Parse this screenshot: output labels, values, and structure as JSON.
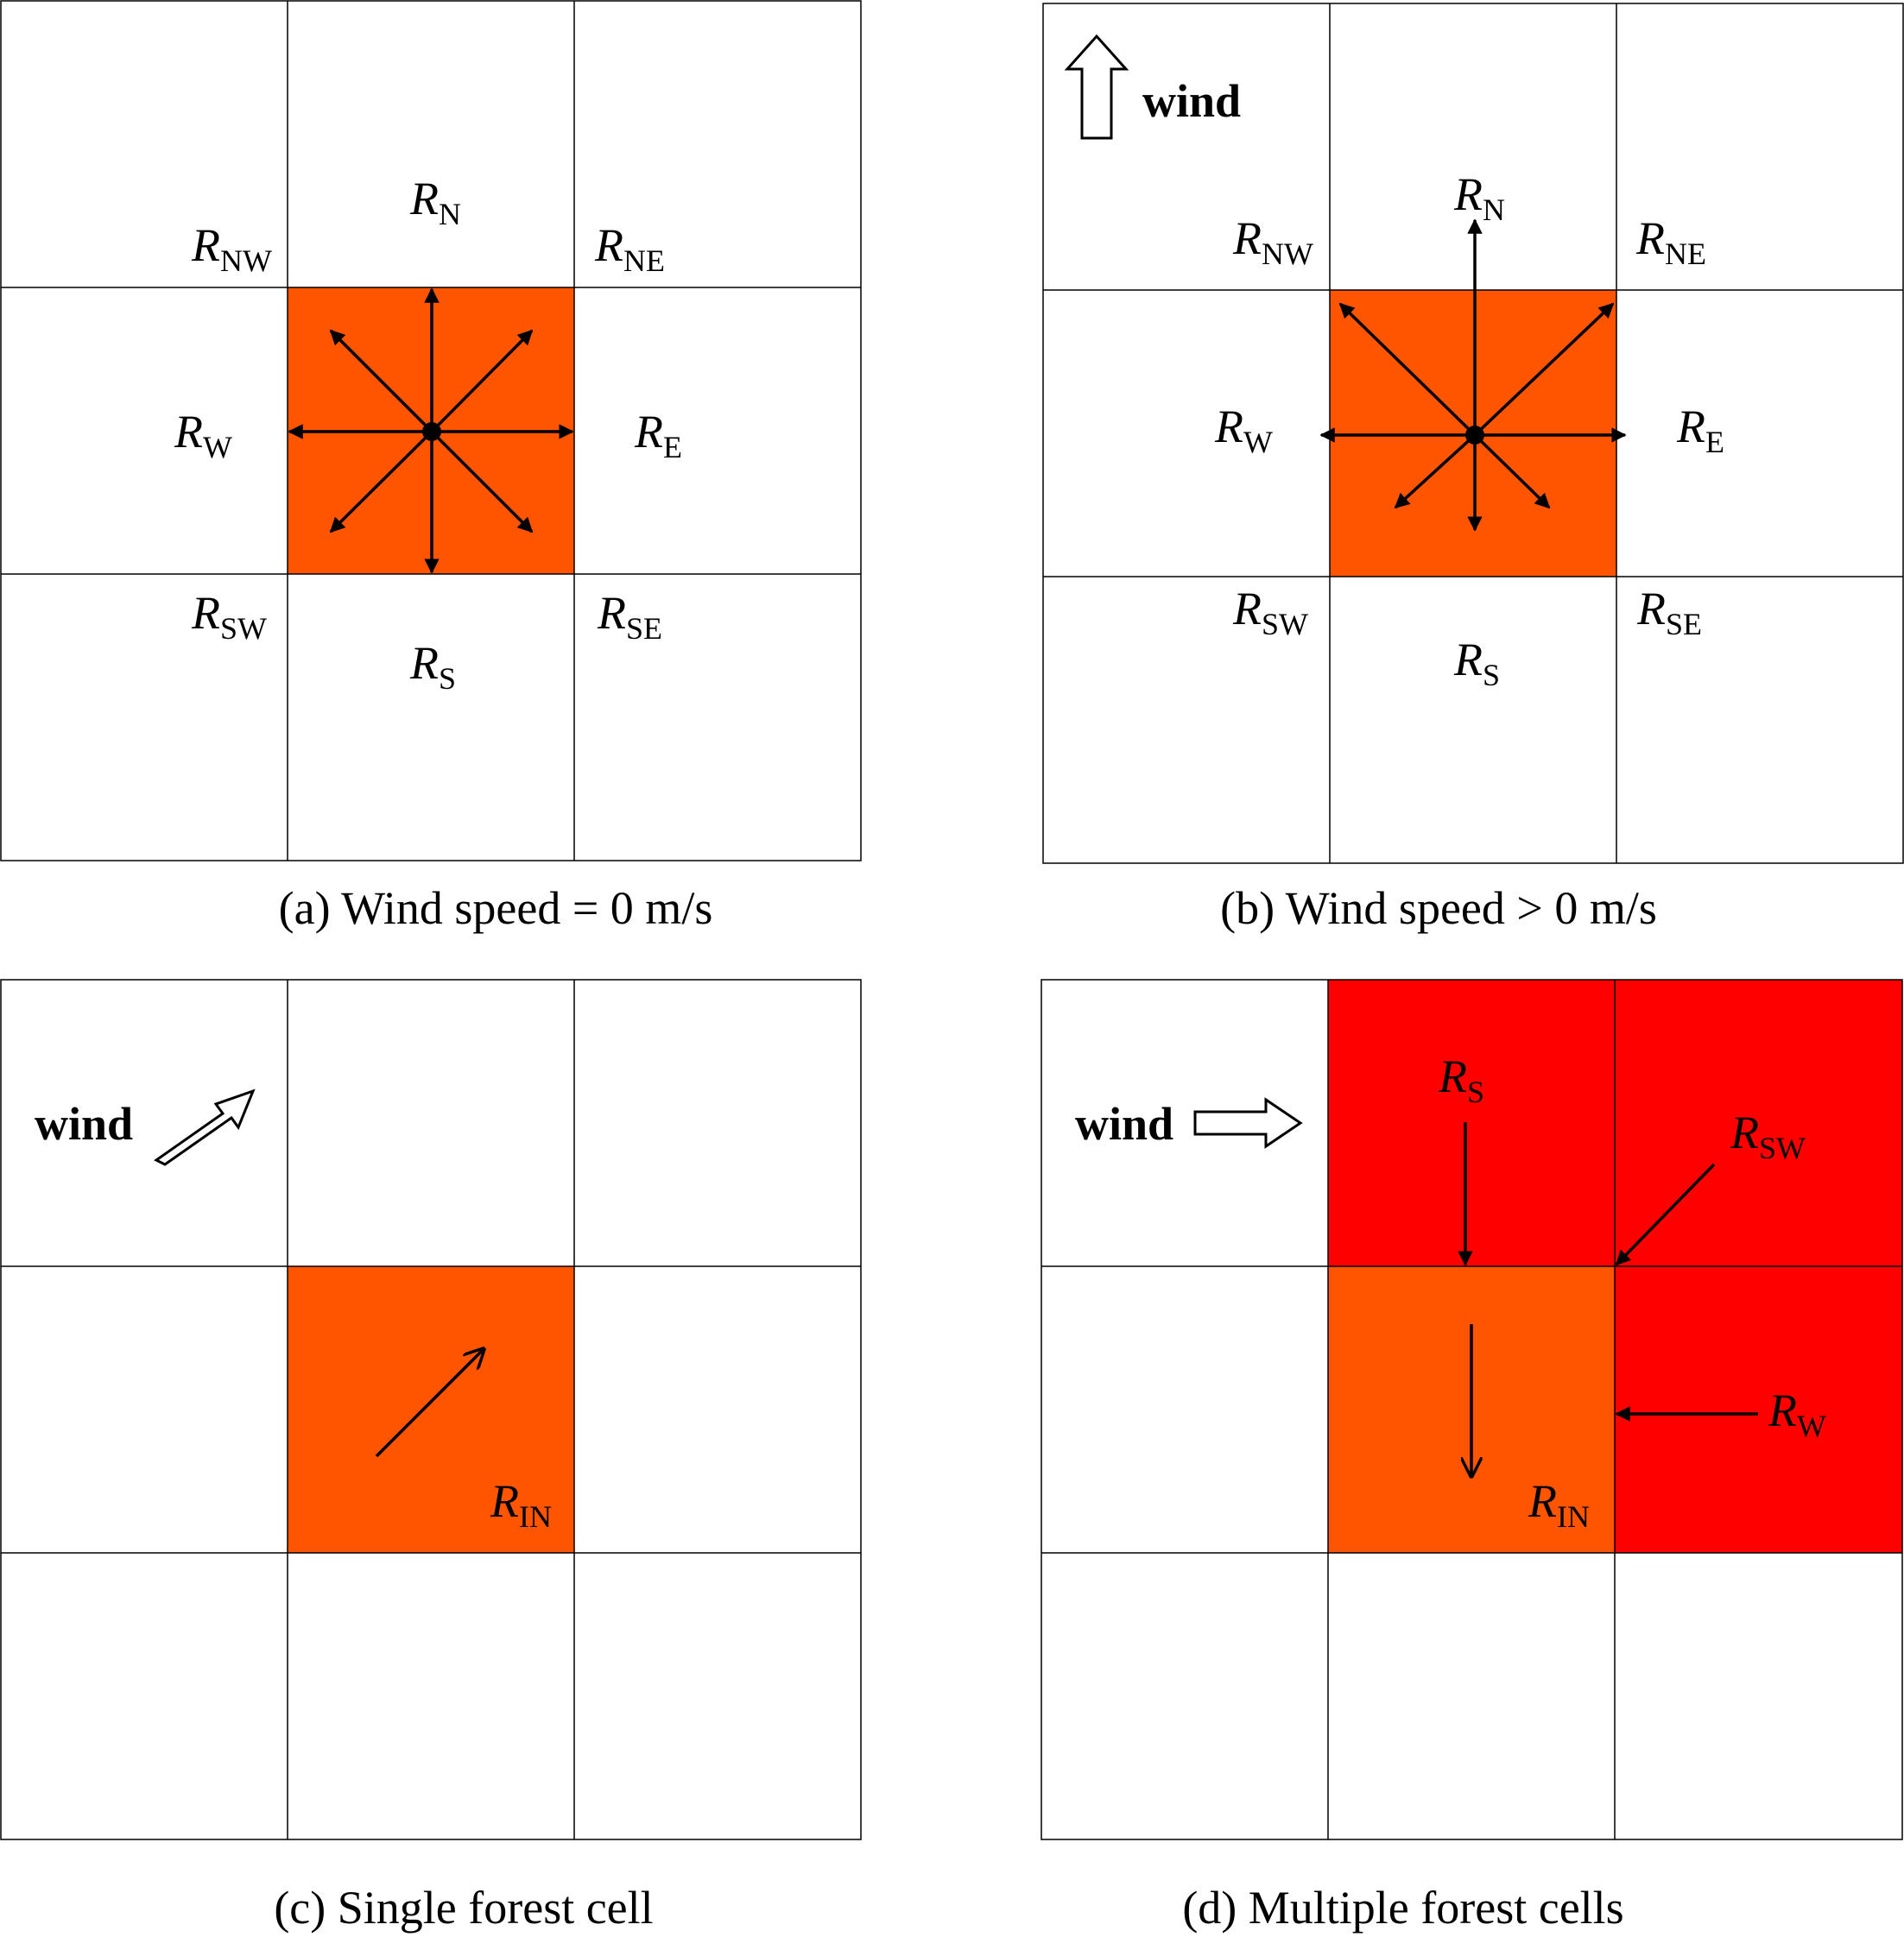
{
  "colors": {
    "burning_cell": "#FF5500",
    "burned_cell": "#FF0000",
    "grid_line": "#000000",
    "arrow": "#000000",
    "background": "#FFFFFF"
  },
  "wind_label": "wind",
  "panels": {
    "a": {
      "caption": "(a) Wind speed = 0 m/s",
      "labels": {
        "nw": {
          "base": "R",
          "sub": "NW"
        },
        "n": {
          "base": "R",
          "sub": "N"
        },
        "ne": {
          "base": "R",
          "sub": "NE"
        },
        "w": {
          "base": "R",
          "sub": "W"
        },
        "e": {
          "base": "R",
          "sub": "E"
        },
        "sw": {
          "base": "R",
          "sub": "SW"
        },
        "s": {
          "base": "R",
          "sub": "S"
        },
        "se": {
          "base": "R",
          "sub": "SE"
        }
      }
    },
    "b": {
      "caption": "(b) Wind speed > 0 m/s",
      "wind_direction": "north",
      "labels": {
        "nw": {
          "base": "R",
          "sub": "NW"
        },
        "n": {
          "base": "R",
          "sub": "N"
        },
        "ne": {
          "base": "R",
          "sub": "NE"
        },
        "w": {
          "base": "R",
          "sub": "W"
        },
        "e": {
          "base": "R",
          "sub": "E"
        },
        "sw": {
          "base": "R",
          "sub": "SW"
        },
        "s": {
          "base": "R",
          "sub": "S"
        },
        "se": {
          "base": "R",
          "sub": "SE"
        }
      }
    },
    "c": {
      "caption": "(c) Single forest cell",
      "wind_direction": "north-east",
      "labels": {
        "in": {
          "base": "R",
          "sub": "IN"
        }
      }
    },
    "d": {
      "caption": "(d) Multiple forest cells",
      "wind_direction": "east",
      "labels": {
        "s": {
          "base": "R",
          "sub": "S"
        },
        "sw": {
          "base": "R",
          "sub": "SW"
        },
        "w": {
          "base": "R",
          "sub": "W"
        },
        "in": {
          "base": "R",
          "sub": "IN"
        }
      }
    }
  }
}
